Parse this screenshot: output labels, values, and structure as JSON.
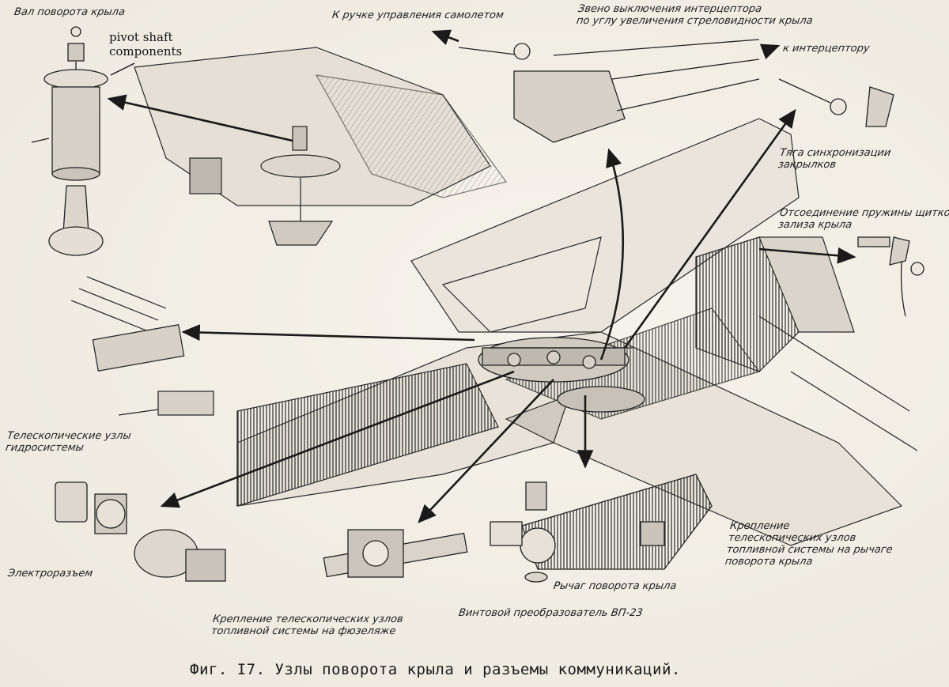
{
  "labels": {
    "pivot_shaft": "Вал поворота крыла",
    "pivot_note_line1": "pivot shaft",
    "pivot_note_line2": "components",
    "to_stick": "К ручке управления самолетом",
    "link_line1": "Звено выключения интерцептора",
    "link_line2": "по углу увеличения стреловидности крыла",
    "to_spoiler": "к интерцептору",
    "flap_sync_line1": "Тяга синхронизации",
    "flap_sync_line2": "закрылков",
    "spring_line1": "Отсоединение пружины щитков",
    "spring_line2": "зализа крыла",
    "hydraulic_line1": "Телескопические узлы",
    "hydraulic_line2": "гидросистемы",
    "connector": "Электроразъем",
    "fuel_lever_line1": "Крепление",
    "fuel_lever_line2": "телескопических узлов",
    "fuel_lever_line3": "топливной системы на рычаге",
    "fuel_lever_line4": "поворота крыла",
    "pivot_lever": "Рычаг поворота крыла",
    "screw_actuator": "Винтовой преобразователь ВП-23",
    "fuel_fuselage_line1": "Крепление телескопических узлов",
    "fuel_fuselage_line2": "топливной системы на фюзеляже"
  },
  "caption": "Фиг. I7. Узлы поворота крыла и разъемы коммуникаций.",
  "colors": {
    "ink": "#1d1d1d",
    "paper": "#f3f0e8",
    "shade": "#8a877f"
  }
}
